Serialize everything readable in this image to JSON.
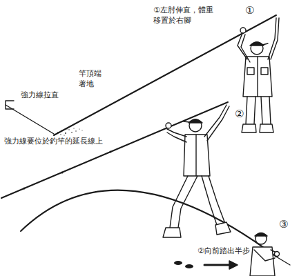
{
  "diagram": {
    "labels": [
      "①左肘伸直，體重 移置於右腳",
      "①",
      "竿頂端 著地",
      "強力線拉直",
      "強力線要位於釣竿的延長線上",
      "②",
      "②向前踏出半步",
      "③"
    ]
  }
}
